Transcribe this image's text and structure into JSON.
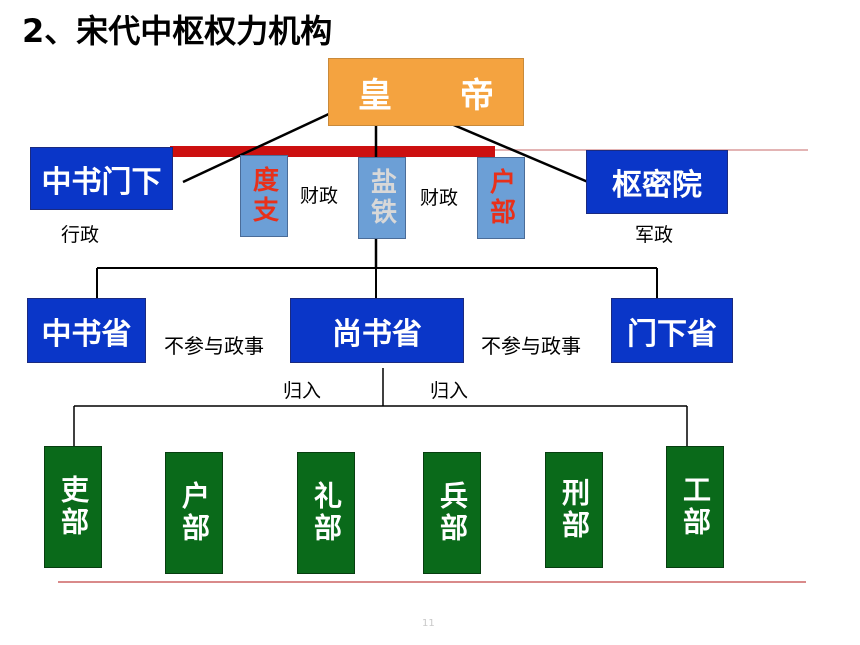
{
  "title": "2、宋代中枢权力机构",
  "emperor": "皇　　帝",
  "top_left": "中书门下",
  "top_right": "枢密院",
  "three_offices": [
    {
      "label": "度支"
    },
    {
      "label": "盐铁"
    },
    {
      "label": "户部"
    }
  ],
  "labels": {
    "finance_1": "财政",
    "finance_2": "财政",
    "admin": "行政",
    "military": "军政",
    "no_politics_left": "不参与政事",
    "no_politics_right": "不参与政事",
    "guiru_left": "归入",
    "guiru_right": "归入"
  },
  "mid_left": "中书省",
  "mid_center": "尚书省",
  "mid_right": "门下省",
  "six_ministries": [
    "吏部",
    "户部",
    "礼部",
    "兵部",
    "刑部",
    "工部"
  ],
  "page_number": "11",
  "colors": {
    "blue_box": "#0a36c8",
    "orange_box": "#f4a340",
    "steel_box": "#6c9fd6",
    "green_box": "#0a6a1a",
    "red_bar": "#cc1010",
    "red_text": "#e8301a"
  }
}
